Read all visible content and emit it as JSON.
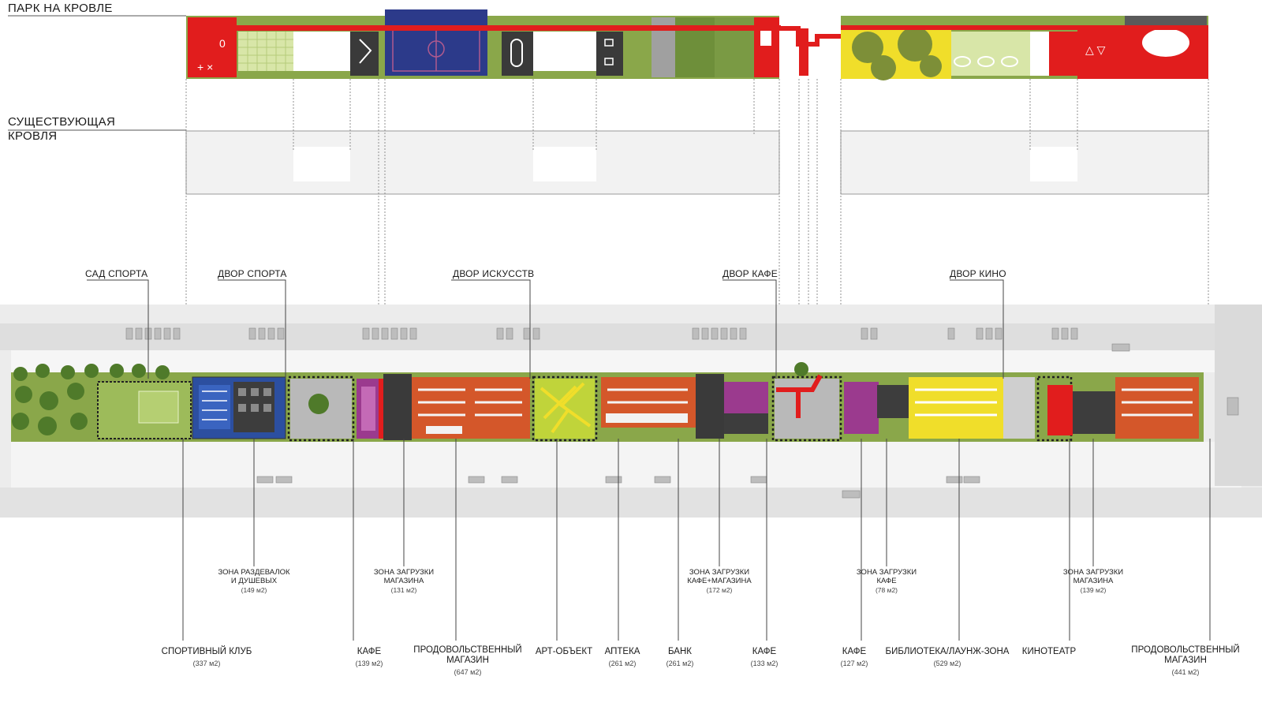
{
  "labels": {
    "roof_park": "ПАРК НА КРОВЛЕ",
    "existing_roof_1": "СУЩЕСТВУЮЩАЯ",
    "existing_roof_2": "КРОВЛЯ"
  },
  "courts": [
    {
      "name": "САД СПОРТА"
    },
    {
      "name": "ДВОР СПОРТА"
    },
    {
      "name": "ДВОР ИСКУССТВ"
    },
    {
      "name": "ДВОР КАФЕ"
    },
    {
      "name": "ДВОР КИНО"
    }
  ],
  "service_zones": [
    {
      "line1": "ЗОНА РАЗДЕВАЛОК",
      "line2": "И ДУШЕВЫХ",
      "area": "(149 м2)"
    },
    {
      "line1": "ЗОНА ЗАГРУЗКИ",
      "line2": "МАГАЗИНА",
      "area": "(131 м2)"
    },
    {
      "line1": "ЗОНА ЗАГРУЗКИ",
      "line2": "КАФЕ+МАГАЗИНА",
      "area": "(172 м2)"
    },
    {
      "line1": "ЗОНА ЗАГРУЗКИ",
      "line2": "КАФЕ",
      "area": "(78 м2)"
    },
    {
      "line1": "ЗОНА ЗАГРУЗКИ",
      "line2": "МАГАЗИНА",
      "area": "(139 м2)"
    }
  ],
  "functions": [
    {
      "line1": "СПОРТИВНЫЙ КЛУБ",
      "line2": "",
      "area": "(337 м2)"
    },
    {
      "line1": "КАФЕ",
      "line2": "",
      "area": "(139 м2)"
    },
    {
      "line1": "ПРОДОВОЛЬСТВЕННЫЙ",
      "line2": "МАГАЗИН",
      "area": "(647 м2)"
    },
    {
      "line1": "АРТ-ОБЪЕКТ",
      "line2": "",
      "area": ""
    },
    {
      "line1": "АПТЕКА",
      "line2": "",
      "area": "(261 м2)"
    },
    {
      "line1": "БАНК",
      "line2": "",
      "area": "(261 м2)"
    },
    {
      "line1": "КАФЕ",
      "line2": "",
      "area": "(133 м2)"
    },
    {
      "line1": "КАФЕ",
      "line2": "",
      "area": "(127 м2)"
    },
    {
      "line1": "БИБЛИОТЕКА/ЛАУНЖ-ЗОНА",
      "line2": "",
      "area": "(529 м2)"
    },
    {
      "line1": "КИНОТЕАТР",
      "line2": "",
      "area": ""
    },
    {
      "line1": "ПРОДОВОЛЬСТВЕННЫЙ",
      "line2": "МАГАЗИН",
      "area": "(441 м2)"
    }
  ],
  "colors": {
    "accent_red": "#e11d1d",
    "grass": "#8aa74a",
    "road": "#e6e6e6",
    "shop_orange": "#d4572a",
    "library_yellow": "#f0de2a",
    "sport_blue": "#2c4fa0",
    "cafe_purple": "#9b3a8e"
  }
}
